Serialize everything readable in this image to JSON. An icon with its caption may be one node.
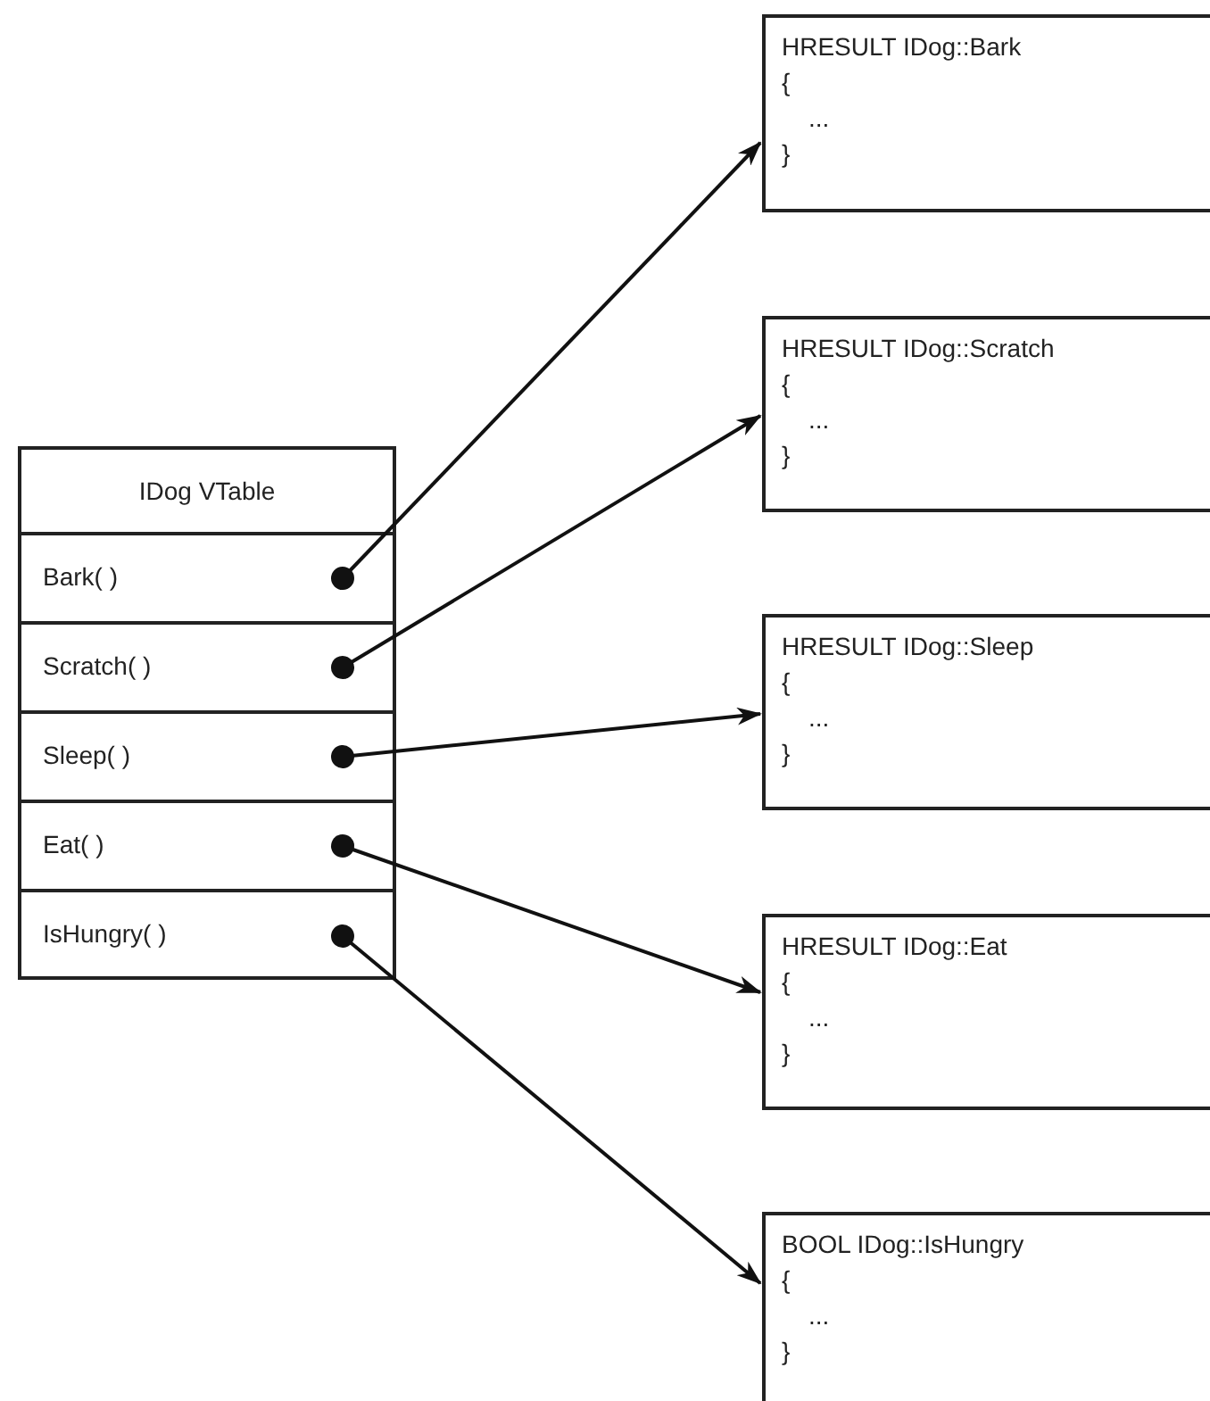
{
  "diagram": {
    "nodes": [
      {
        "text": [
          "IDog VTable"
        ]
      },
      {
        "text": [
          "Bark( )"
        ],
        "in": 0
      },
      {
        "text": [
          "Scratch( )"
        ],
        "in": 0
      },
      {
        "text": [
          "Sleep( )"
        ],
        "in": 0
      },
      {
        "text": [
          "Eat( )"
        ],
        "in": 0
      },
      {
        "text": [
          "IsHungry( )"
        ],
        "in": 0
      },
      {
        "text": [
          "HRESULT IDog::Bark",
          "{",
          "...",
          "}"
        ]
      },
      {
        "text": [
          "HRESULT IDog::Scratch",
          "{",
          "...",
          "}"
        ]
      },
      {
        "text": [
          "HRESULT IDog::Sleep",
          "{",
          "...",
          "}"
        ]
      },
      {
        "text": [
          "HRESULT IDog::Eat",
          "{",
          "...",
          "}"
        ]
      },
      {
        "text": [
          "BOOL IDog::IsHungry",
          "{",
          "...",
          "}"
        ]
      }
    ],
    "edges": [
      {
        "from": 1,
        "to": 6,
        "arrow": "to"
      },
      {
        "from": 2,
        "to": 7,
        "arrow": "to"
      },
      {
        "from": 3,
        "to": 8,
        "arrow": "to"
      },
      {
        "from": 4,
        "to": 9,
        "arrow": "to"
      },
      {
        "from": 5,
        "to": 10,
        "arrow": "to"
      }
    ]
  }
}
